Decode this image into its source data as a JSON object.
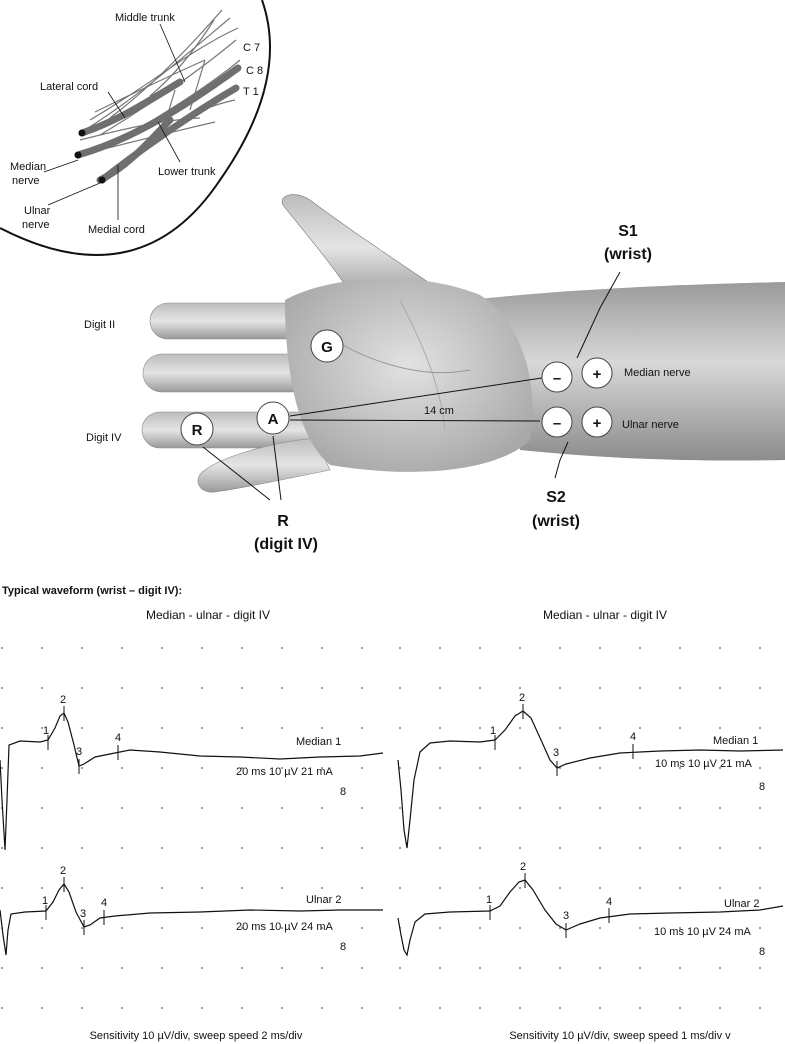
{
  "plexus": {
    "labels": {
      "middle_trunk": "Middle trunk",
      "c7": "C 7",
      "c8": "C 8",
      "t1": "T 1",
      "lateral_cord": "Lateral cord",
      "median_nerve_1": "Median",
      "median_nerve_2": "nerve",
      "lower_trunk": "Lower trunk",
      "ulnar_nerve_1": "Ulnar",
      "ulnar_nerve_2": "nerve",
      "medial_cord": "Medial cord"
    }
  },
  "hand": {
    "digit_ii": "Digit II",
    "digit_iv": "Digit IV",
    "s1_line1": "S1",
    "s1_line2": "(wrist)",
    "s2_line1": "S2",
    "s2_line2": "(wrist)",
    "r_line1": "R",
    "r_line2": "(digit IV)",
    "median_nerve": "Median nerve",
    "ulnar_nerve": "Ulnar nerve",
    "distance": "14 cm",
    "electrodes": {
      "G": "G",
      "A": "A",
      "R": "R",
      "minus": "–",
      "plus": "+"
    }
  },
  "waveforms": {
    "section_title": "Typical waveform (wrist – digit IV):",
    "panels": [
      {
        "title": "Median - ulnar - digit IV",
        "footer": "Sensitivity 10 µV/div, sweep speed 2 ms/div",
        "traces": [
          {
            "label": "Median 1",
            "settings": "20 ms 10 µV 21 mA",
            "count": "8",
            "peaks": [
              "1",
              "2",
              "3",
              "4"
            ]
          },
          {
            "label": "Ulnar 2",
            "settings": "20 ms 10 µV 24 mA",
            "count": "8",
            "peaks": [
              "1",
              "2",
              "3",
              "4"
            ]
          }
        ]
      },
      {
        "title": "Median - ulnar - digit IV",
        "footer": "Sensitivity 10 µV/div, sweep speed 1 ms/div v",
        "traces": [
          {
            "label": "Median 1",
            "settings": "10 ms 10 µV 21 mA",
            "count": "8",
            "peaks": [
              "1",
              "2",
              "3",
              "4"
            ]
          },
          {
            "label": "Ulnar 2",
            "settings": "10 ms 10 µV 24 mA",
            "count": "8",
            "peaks": [
              "1",
              "2",
              "3",
              "4"
            ]
          }
        ]
      }
    ]
  },
  "colors": {
    "nerve_dark": "#6f6f6f",
    "skin_light": "#d6d6d6",
    "skin_dark": "#8a8a8a",
    "trace": "#111111"
  }
}
